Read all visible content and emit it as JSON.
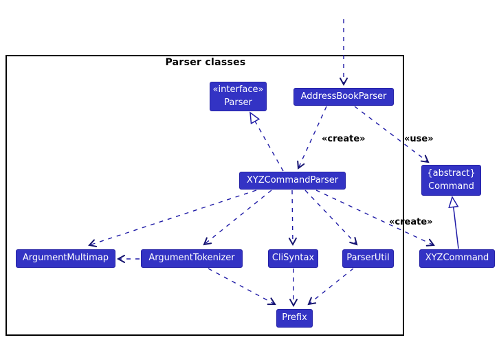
{
  "diagram": {
    "frame_title": "Parser classes",
    "colors": {
      "class_fill": "#3333C4",
      "class_text": "#FFFFFF",
      "edge_line": "#1E1AA6",
      "arrowhead": "#14126E",
      "frame_border": "#000000",
      "label_text": "#000000",
      "background": "#FFFFFF"
    },
    "nodes": {
      "parser": {
        "stereotype": "«interface»",
        "name": "Parser"
      },
      "address_book_parser": {
        "name": "AddressBookParser"
      },
      "xyz_command_parser": {
        "name": "XYZCommandParser"
      },
      "command": {
        "stereotype": "{abstract}",
        "name": "Command"
      },
      "argument_multimap": {
        "name": "ArgumentMultimap"
      },
      "argument_tokenizer": {
        "name": "ArgumentTokenizer"
      },
      "cli_syntax": {
        "name": "CliSyntax"
      },
      "parser_util": {
        "name": "ParserUtil"
      },
      "xyz_command": {
        "name": "XYZCommand"
      },
      "prefix": {
        "name": "Prefix"
      }
    },
    "edge_labels": {
      "create_parser": "«create»",
      "use_command": "«use»",
      "create_command": "«create»"
    },
    "edges": [
      {
        "from": "outside-top",
        "to": "AddressBookParser",
        "style": "dashed",
        "arrow": "vee"
      },
      {
        "from": "XYZCommandParser",
        "to": "Parser",
        "style": "dashed",
        "arrow": "hollow-triangle",
        "meaning": "realizes"
      },
      {
        "from": "AddressBookParser",
        "to": "XYZCommandParser",
        "style": "dashed",
        "arrow": "vee",
        "label": "«create»"
      },
      {
        "from": "AddressBookParser",
        "to": "Command",
        "style": "dashed",
        "arrow": "vee",
        "label": "«use»"
      },
      {
        "from": "XYZCommandParser",
        "to": "XYZCommand",
        "style": "dashed",
        "arrow": "vee",
        "label": "«create»"
      },
      {
        "from": "XYZCommand",
        "to": "Command",
        "style": "solid",
        "arrow": "hollow-triangle",
        "meaning": "extends"
      },
      {
        "from": "XYZCommandParser",
        "to": "ArgumentMultimap",
        "style": "dashed",
        "arrow": "vee"
      },
      {
        "from": "XYZCommandParser",
        "to": "ArgumentTokenizer",
        "style": "dashed",
        "arrow": "vee"
      },
      {
        "from": "XYZCommandParser",
        "to": "CliSyntax",
        "style": "dashed",
        "arrow": "vee"
      },
      {
        "from": "XYZCommandParser",
        "to": "ParserUtil",
        "style": "dashed",
        "arrow": "vee"
      },
      {
        "from": "ArgumentTokenizer",
        "to": "ArgumentMultimap",
        "style": "dashed",
        "arrow": "vee"
      },
      {
        "from": "ArgumentTokenizer",
        "to": "Prefix",
        "style": "dashed",
        "arrow": "vee"
      },
      {
        "from": "CliSyntax",
        "to": "Prefix",
        "style": "dashed",
        "arrow": "vee"
      },
      {
        "from": "ParserUtil",
        "to": "Prefix",
        "style": "dashed",
        "arrow": "vee"
      }
    ]
  }
}
